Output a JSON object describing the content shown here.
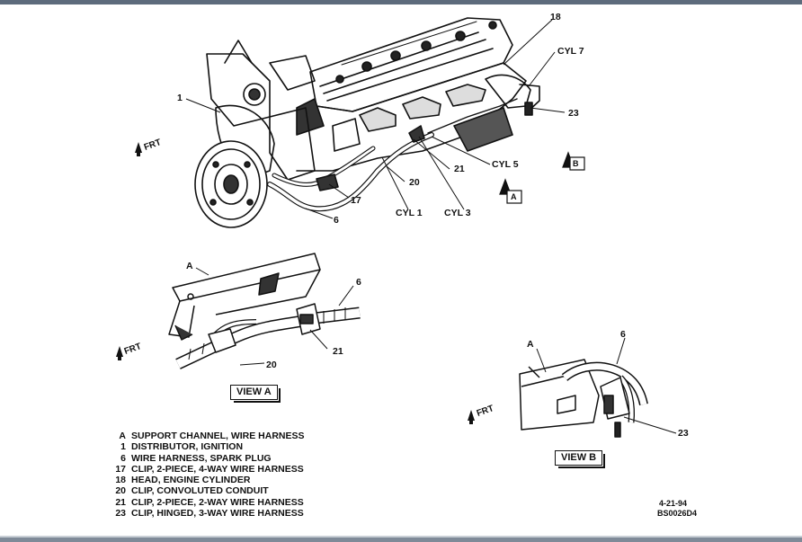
{
  "labels": {
    "l18": "18",
    "cyl7": "CYL 7",
    "l23_top": "23",
    "l1": "1",
    "frt_1": "FRT",
    "cyl5": "CYL 5",
    "view_b_marker": "B",
    "l21_top": "21",
    "l20_top": "20",
    "view_a_marker": "A",
    "l17": "17",
    "l6_top": "6",
    "cyl1": "CYL 1",
    "cyl3": "CYL 3",
    "va_a": "A",
    "va_6": "6",
    "va_frt": "FRT",
    "va_21": "21",
    "va_20": "20",
    "vb_a": "A",
    "vb_6": "6",
    "vb_frt": "FRT",
    "vb_23": "23"
  },
  "views": {
    "view_a": "VIEW A",
    "view_b": "VIEW B"
  },
  "legend": [
    {
      "key": "A",
      "text": "SUPPORT CHANNEL, WIRE HARNESS"
    },
    {
      "key": "1",
      "text": "DISTRIBUTOR, IGNITION"
    },
    {
      "key": "6",
      "text": "WIRE HARNESS, SPARK PLUG"
    },
    {
      "key": "17",
      "text": "CLIP, 2-PIECE, 4-WAY WIRE HARNESS"
    },
    {
      "key": "18",
      "text": "HEAD, ENGINE CYLINDER"
    },
    {
      "key": "20",
      "text": "CLIP, CONVOLUTED CONDUIT"
    },
    {
      "key": "21",
      "text": "CLIP, 2-PIECE, 2-WAY WIRE HARNESS"
    },
    {
      "key": "23",
      "text": "CLIP, HINGED, 3-WAY WIRE HARNESS"
    }
  ],
  "stamp": {
    "date": "4-21-94",
    "code": "BS0026D4"
  }
}
